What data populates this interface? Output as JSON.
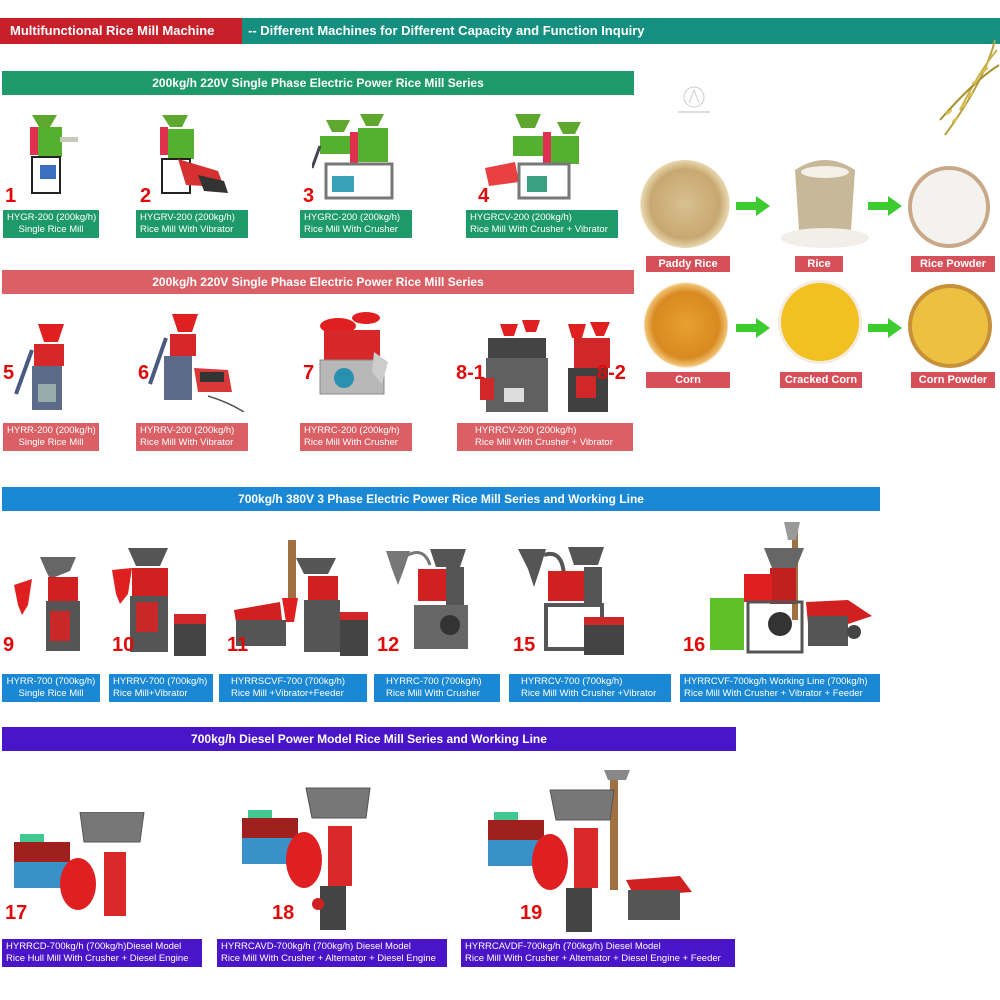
{
  "header": {
    "title": "Multifunctional Rice Mill Machine",
    "subtitle": "-- Different Machines for Different Capacity and Function Inquiry"
  },
  "colors": {
    "header_red": "#c8202a",
    "header_teal": "#159080",
    "series_green": "#1e9a6a",
    "series_red": "#db6066",
    "series_blue": "#1a88d4",
    "series_purple": "#4a14c8",
    "number_red": "#e00a0a"
  },
  "sections": [
    {
      "title": "200kg/h 220V Single Phase Electric Power Rice Mill Series",
      "items": [
        {
          "number": "1",
          "line1": "HYGR-200 (200kg/h)",
          "line2": "Single Rice Mill"
        },
        {
          "number": "2",
          "line1": "HYGRV-200   (200kg/h)",
          "line2": "Rice Mill With Vibrator"
        },
        {
          "number": "3",
          "line1": "HYGRC-200   (200kg/h)",
          "line2": "Rice Mill With Crusher"
        },
        {
          "number": "4",
          "line1": "HYGRCV-200   (200kg/h)",
          "line2": "Rice Mill With Crusher + Vibrator"
        }
      ]
    },
    {
      "title": "200kg/h 220V Single Phase Electric Power Rice Mill Series",
      "items": [
        {
          "number": "5",
          "line1": "HYRR-200 (200kg/h)",
          "line2": "Single Rice Mill"
        },
        {
          "number": "6",
          "line1": "HYRRV-200   (200kg/h)",
          "line2": "Rice Mill With Vibrator"
        },
        {
          "number": "7",
          "line1": "HYRRC-200   (200kg/h)",
          "line2": "Rice Mill With Crusher"
        },
        {
          "number": "8-1",
          "number2": "8-2",
          "line1": "HYRRCV-200    (200kg/h)",
          "line2": "Rice Mill With Crusher + Vibrator"
        }
      ]
    },
    {
      "title": "700kg/h 380V 3 Phase Electric Power Rice Mill Series and Working Line",
      "items": [
        {
          "number": "9",
          "line1": "HYRR-700 (700kg/h)",
          "line2": "Single Rice Mill"
        },
        {
          "number": "10",
          "line1": "HYRRV-700 (700kg/h)",
          "line2": "Rice Mill+Vibrator"
        },
        {
          "number": "11",
          "line1": "HYRRSCVF-700   (700kg/h)",
          "line2": "Rice Mill +Vibrator+Feeder"
        },
        {
          "number": "12",
          "line1": "HYRRC-700   (700kg/h)",
          "line2": "Rice Mill With Crusher"
        },
        {
          "number": "15",
          "line1": "HYRRCV-700   (700kg/h)",
          "line2": "Rice Mill With Crusher +Vibrator"
        },
        {
          "number": "16",
          "line1": "HYRRCVF-700kg/h Working Line (700kg/h)",
          "line2": "Rice Mill With Crusher + Vibrator + Feeder"
        }
      ]
    },
    {
      "title": "700kg/h Diesel Power Model Rice Mill Series and Working Line",
      "items": [
        {
          "number": "17",
          "line1": "HYRRCD-700kg/h (700kg/h)Diesel Model",
          "line2": "Rice Hull Mill With Crusher + Diesel Engine"
        },
        {
          "number": "18",
          "line1": "HYRRCAVD-700kg/h (700kg/h) Diesel Model",
          "line2": "Rice Mill With Crusher + Alternator + Diesel Engine"
        },
        {
          "number": "19",
          "line1": "HYRRCAVDF-700kg/h (700kg/h) Diesel Model",
          "line2": "Rice Mill With Crusher + Alternator + Diesel Engine + Feeder"
        }
      ]
    }
  ],
  "process_flow": {
    "rice": [
      "Paddy Rice",
      "Rice",
      "Rice Powder"
    ],
    "corn": [
      "Corn",
      "Cracked Corn",
      "Corn Powder"
    ]
  }
}
